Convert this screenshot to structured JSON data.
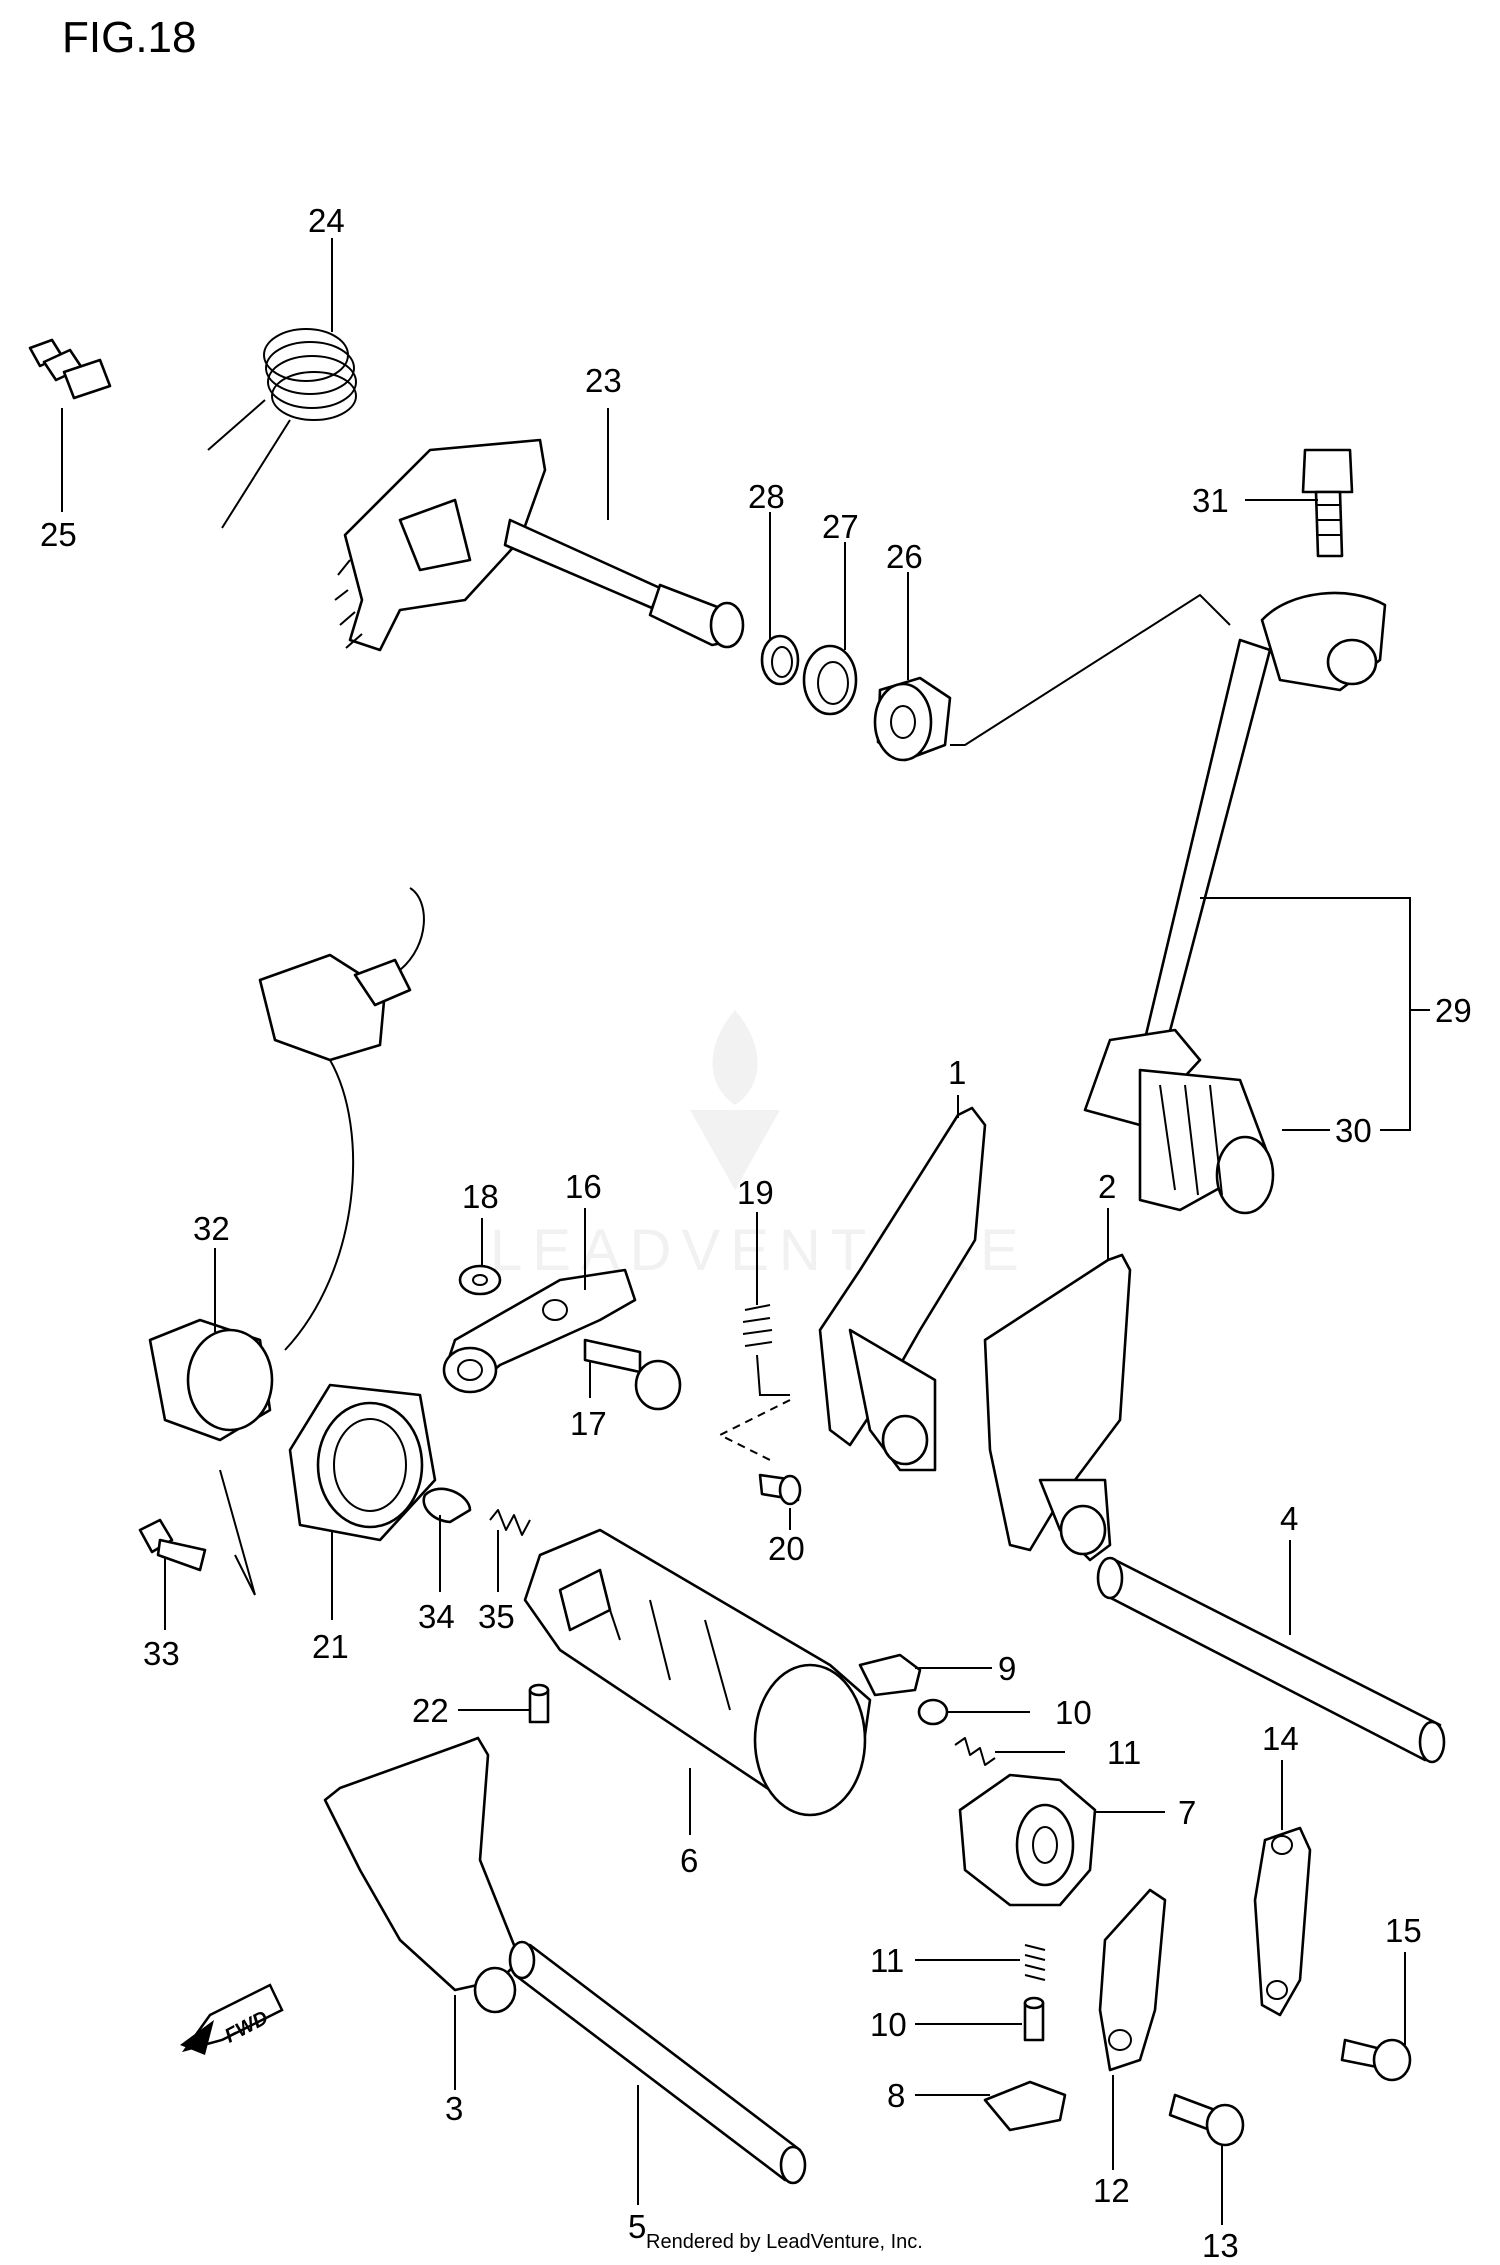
{
  "figure": {
    "title": "FIG.18"
  },
  "footer": {
    "rendered_by": "Rendered by LeadVenture, Inc."
  },
  "watermark": {
    "text": "LEADVENTURE",
    "color": "#e6e6e6"
  },
  "fwd_badge": {
    "label": "FWD"
  },
  "callouts": {
    "c1": "1",
    "c2": "2",
    "c3": "3",
    "c4": "4",
    "c5": "5",
    "c6": "6",
    "c7": "7",
    "c8": "8",
    "c9": "9",
    "c10a": "10",
    "c10b": "10",
    "c11a": "11",
    "c11b": "11",
    "c12": "12",
    "c13": "13",
    "c14": "14",
    "c15": "15",
    "c16": "16",
    "c17": "17",
    "c18": "18",
    "c19": "19",
    "c20": "20",
    "c21": "21",
    "c22": "22",
    "c23": "23",
    "c24": "24",
    "c25": "25",
    "c26": "26",
    "c27": "27",
    "c28": "28",
    "c29": "29",
    "c30": "30",
    "c31": "31",
    "c32": "32",
    "c33": "33",
    "c34": "34",
    "c35": "35"
  }
}
